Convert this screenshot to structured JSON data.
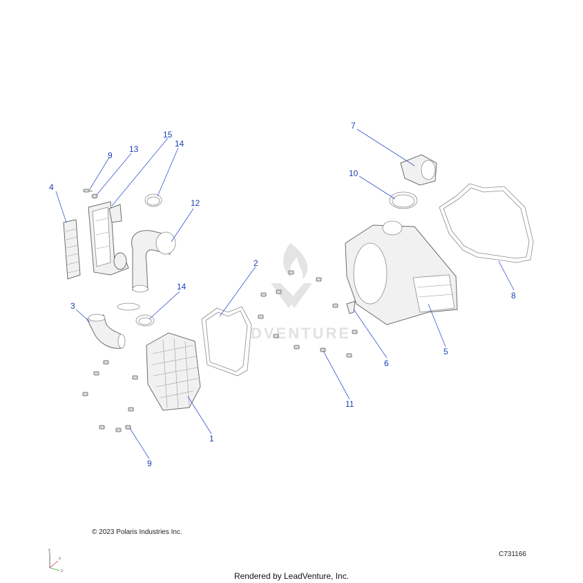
{
  "diagram": {
    "title": "Air Box Assembly Exploded View",
    "callouts": [
      {
        "id": "c1",
        "label": "1"
      },
      {
        "id": "c2",
        "label": "2"
      },
      {
        "id": "c3",
        "label": "3"
      },
      {
        "id": "c4",
        "label": "4"
      },
      {
        "id": "c5",
        "label": "5"
      },
      {
        "id": "c6",
        "label": "6"
      },
      {
        "id": "c7",
        "label": "7"
      },
      {
        "id": "c8",
        "label": "8"
      },
      {
        "id": "c9a",
        "label": "9"
      },
      {
        "id": "c9b",
        "label": "9"
      },
      {
        "id": "c10",
        "label": "10"
      },
      {
        "id": "c11",
        "label": "11"
      },
      {
        "id": "c12",
        "label": "12"
      },
      {
        "id": "c13",
        "label": "13"
      },
      {
        "id": "c14a",
        "label": "14"
      },
      {
        "id": "c14b",
        "label": "14"
      },
      {
        "id": "c15",
        "label": "15"
      }
    ]
  },
  "watermark": "LEADVENTURE",
  "footer": {
    "copyright": "© 2023 Polaris Industries Inc.",
    "part_number": "C731166",
    "rendered_by": "Rendered by LeadVenture, Inc."
  },
  "axes": {
    "x": "x",
    "y": "y",
    "z": "z"
  },
  "colors": {
    "callout": "#1a3fb8",
    "leader": "#3355cc",
    "line_art": "#6b6b6b"
  }
}
